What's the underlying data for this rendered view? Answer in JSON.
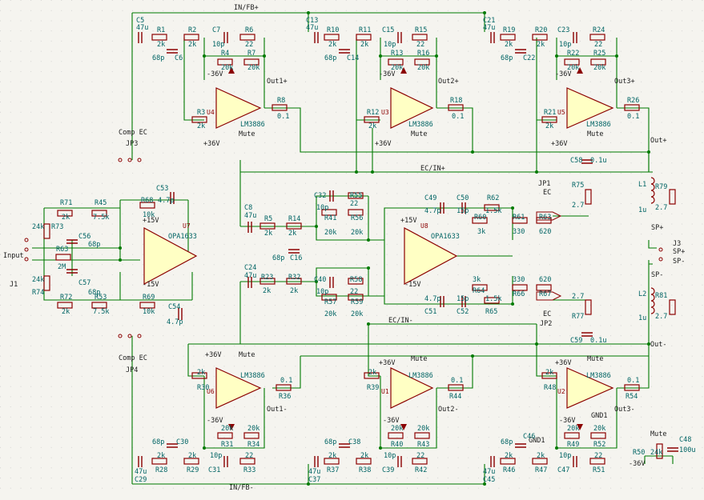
{
  "colors": {
    "background": "#f5f4ef",
    "wire": "#007a00",
    "component": "#8b0000",
    "opamp_fill": "#ffffc4",
    "label": "#006464",
    "grid": "#c8c8c8"
  },
  "nets": {
    "in_fb_plus": "IN/FB+",
    "in_fb_minus": "IN/FB-",
    "ec_in_plus": "EC/IN+",
    "ec_in_minus": "EC/IN-",
    "out1p": "Out1+",
    "out2p": "Out2+",
    "out3p": "Out3+",
    "out1m": "Out1-",
    "out2m": "Out2-",
    "out3m": "Out3-",
    "out_plus": "Out+",
    "out_minus": "Out-",
    "sp_plus": "SP+",
    "sp_minus": "SP-",
    "comp_ec": "Comp EC",
    "ec": "EC",
    "mute": "Mute",
    "gnd1": "GND1",
    "input": "Input",
    "p36": "+36V",
    "m36": "-36V",
    "p15": "+15V",
    "m15": "-15V",
    "conn": [
      "J1",
      "J3",
      "JP1",
      "JP2",
      "JP3",
      "JP4"
    ]
  },
  "opamps": [
    {
      "ref": "U4",
      "part": "LM3886"
    },
    {
      "ref": "U3",
      "part": "LM3886"
    },
    {
      "ref": "U5",
      "part": "LM3886"
    },
    {
      "ref": "U6",
      "part": "LM3886"
    },
    {
      "ref": "U1",
      "part": "LM3886"
    },
    {
      "ref": "U2",
      "part": "LM3886"
    },
    {
      "ref": "U7",
      "part": "OPA1633"
    },
    {
      "ref": "U8",
      "part": "OPA1633"
    }
  ],
  "components": {
    "C5": "C5",
    "C5v": "47u",
    "R1": "R1",
    "R1v": "2k",
    "R2": "R2",
    "R2v": "2k",
    "C7": "C7",
    "C7v": "10p",
    "R6": "R6",
    "R6v": "22",
    "C6": "C6",
    "C6v": "68p",
    "R4": "R4",
    "R4v": "20k",
    "R7": "R7",
    "R7v": "20k",
    "R3": "R3",
    "R3v": "2k",
    "R8": "R8",
    "R8v": "0.1",
    "C13": "C13",
    "C13v": "47u",
    "R10": "R10",
    "R10v": "2k",
    "R11": "R11",
    "R11v": "2k",
    "C15": "C15",
    "C15v": "10p",
    "R15": "R15",
    "R15v": "22",
    "C14": "C14",
    "C14v": "68p",
    "R13": "R13",
    "R13v": "20k",
    "R16": "R16",
    "R16v": "20k",
    "R12": "R12",
    "R12v": "2k",
    "R18": "R18",
    "R18v": "0.1",
    "C21": "C21",
    "C21v": "47u",
    "R19": "R19",
    "R19v": "2k",
    "R20": "R20",
    "R20v": "2k",
    "C23": "C23",
    "C23v": "10p",
    "R24": "R24",
    "R24v": "22",
    "C22": "C22",
    "C22v": "68p",
    "R22": "R22",
    "R22v": "20k",
    "R25": "R25",
    "R25v": "20k",
    "R21": "R21",
    "R21v": "2k",
    "R26": "R26",
    "R26v": "0.1",
    "C58": "C58",
    "C58v": "0.1u",
    "R75": "R75",
    "R75v": "2.7",
    "L1": "L1",
    "L1v": "1u",
    "R79": "R79",
    "R79v": "2.7",
    "C53": "C53",
    "C53v": "4.7p",
    "R71": "R71",
    "R71v": "2k",
    "R45": "R45",
    "R45v": "7.5k",
    "R68": "R68",
    "R68v": "10k",
    "R73": "R73",
    "R73v": "24k",
    "R63": "R63",
    "R63v": "2M",
    "C56": "C56",
    "C56v": "68p",
    "C57": "C57",
    "C57v": "68p",
    "R74": "R74",
    "R74v": "24k",
    "R72": "R72",
    "R72v": "2k",
    "R53": "R53",
    "R53v": "7.5k",
    "R69": "R69",
    "R69v": "10k",
    "C54": "C54",
    "C54v": "4.7p",
    "C8": "C8",
    "C8v": "47u",
    "R5": "R5",
    "R5v": "2k",
    "R14": "R14",
    "R14v": "2k",
    "C16": "C16",
    "C16v": "68p",
    "C24": "C24",
    "C24v": "47u",
    "R23": "R23",
    "R23v": "2k",
    "R32": "R32",
    "R32v": "2k",
    "C32": "C32",
    "C32v": "10p",
    "R55": "R55",
    "R55v": "22",
    "R41": "R41",
    "R41v": "20k",
    "R56": "R56",
    "R56v": "20k",
    "C40": "C40",
    "C40v": "10p",
    "R58": "R58",
    "R58v": "22",
    "R57": "R57",
    "R57v": "20k",
    "R59": "R59",
    "R59v": "20k",
    "C49": "C49",
    "C49v": "4.7p",
    "C50": "C50",
    "C50v": "15p",
    "R62": "R62",
    "R62v": "1.5k",
    "R60": "R60",
    "R60v": "3k",
    "R61": "R61",
    "R61v": "330",
    "R63b": "R63",
    "R63bv": "620",
    "R64": "R64",
    "R64v": "3k",
    "C52": "C52",
    "C52v": "15p",
    "R65": "R65",
    "R65v": "1.5k",
    "C51": "C51",
    "C51v": "4.7p",
    "R66": "R66",
    "R66v": "330",
    "R67": "R67",
    "R67v": "620",
    "R77": "R77",
    "R77v": "2.7",
    "C59": "C59",
    "C59v": "0.1u",
    "L2": "L2",
    "L2v": "1u",
    "R81": "R81",
    "R81v": "2.7",
    "R30": "R30",
    "R30v": "2k",
    "R36": "R36",
    "R36v": "0.1",
    "C30": "C30",
    "C30v": "68p",
    "R31": "R31",
    "R31v": "20k",
    "R34": "R34",
    "R34v": "20k",
    "C29": "C29",
    "C29v": "47u",
    "R28": "R28",
    "R28v": "2k",
    "R29": "R29",
    "R29v": "2k",
    "C31": "C31",
    "C31v": "10p",
    "R33": "R33",
    "R33v": "22",
    "R39": "R39",
    "R39v": "2k",
    "R44": "R44",
    "R44v": "0.1",
    "C38": "C38",
    "C38v": "68p",
    "R40": "R40",
    "R40v": "20k",
    "R43": "R43",
    "R43v": "20k",
    "C37": "C37",
    "C37v": "47u",
    "R37": "R37",
    "R37v": "2k",
    "R38": "R38",
    "R38v": "2k",
    "C39": "C39",
    "C39v": "10p",
    "R42": "R42",
    "R42v": "22",
    "R48": "R48",
    "R48v": "2k",
    "R54": "R54",
    "R54v": "0.1",
    "C46": "C46",
    "C46v": "68p",
    "R49": "R49",
    "R49v": "20k",
    "R52": "R52",
    "R52v": "20k",
    "C45": "C45",
    "C45v": "47u",
    "R46": "R46",
    "R46v": "2k",
    "R47": "R47",
    "R47v": "2k",
    "C47": "C47",
    "C47v": "10p",
    "R51": "R51",
    "R51v": "22",
    "R50": "R50",
    "R50v": "24k",
    "C48": "C48",
    "C48v": "100u"
  }
}
